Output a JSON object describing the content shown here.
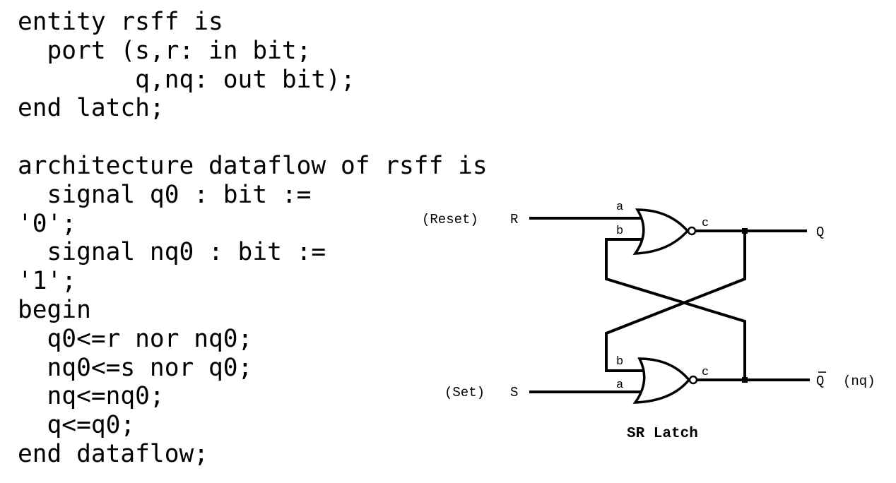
{
  "code": {
    "language": "VHDL",
    "lines": [
      "entity rsff is",
      "  port (s,r: in bit;",
      "        q,nq: out bit);",
      "end latch;",
      "",
      "architecture dataflow of rsff is",
      "  signal q0 : bit :=",
      "'0';",
      "  signal nq0 : bit :=",
      "'1';",
      "begin",
      "  q0<=r nor nq0;",
      "  nq0<=s nor q0;",
      "  nq<=nq0;",
      "  q<=q0;",
      "end dataflow;"
    ]
  },
  "diagram": {
    "caption": "SR Latch",
    "inputs": {
      "reset": {
        "label": "(Reset)",
        "pin": "R"
      },
      "set": {
        "label": "(Set)",
        "pin": "S"
      }
    },
    "outputs": {
      "q": {
        "label": "Q"
      },
      "nq": {
        "label": "Q",
        "overbar": true,
        "suffix": "(nq)"
      }
    },
    "gates": [
      {
        "type": "NOR",
        "name": "top-nor",
        "pins": {
          "a": "a",
          "b": "b",
          "out": "c"
        }
      },
      {
        "type": "NOR",
        "name": "bottom-nor",
        "pins": {
          "a": "a",
          "b": "b",
          "out": "c"
        }
      }
    ]
  }
}
